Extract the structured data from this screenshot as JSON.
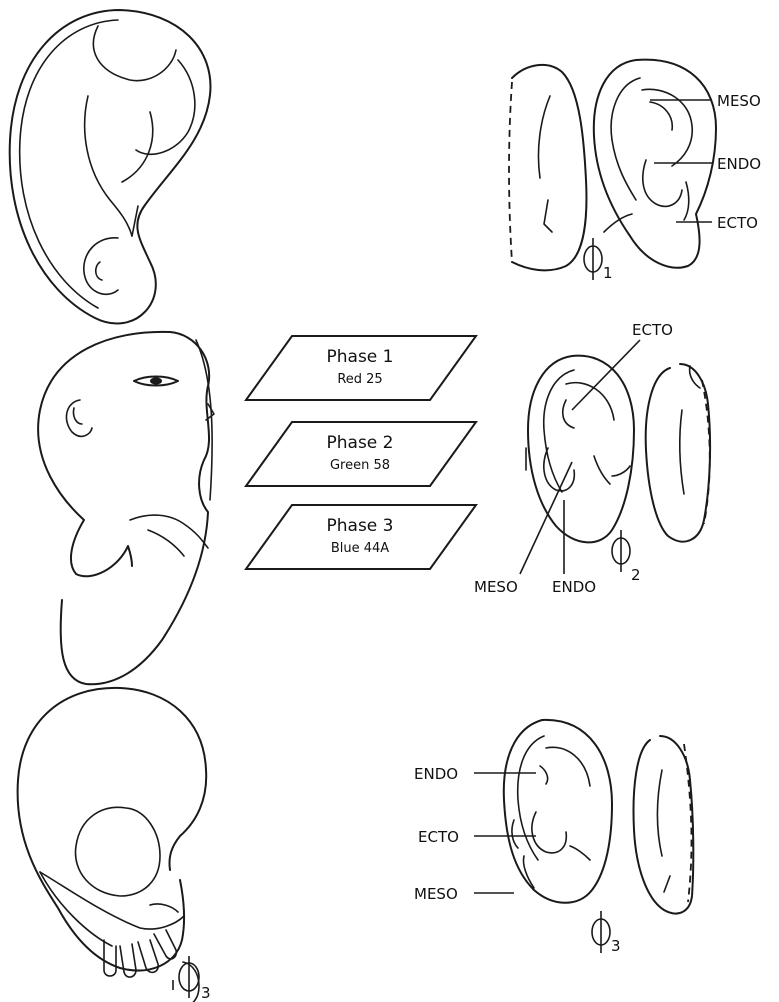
{
  "phases": [
    {
      "title": "Phase 1",
      "filter": "Red 25"
    },
    {
      "title": "Phase 2",
      "filter": "Green 58"
    },
    {
      "title": "Phase 3",
      "filter": "Blue 44A"
    }
  ],
  "ear_top": {
    "labels": {
      "meso": "MESO",
      "endo": "ENDO",
      "ecto": "ECTO"
    },
    "phase_number": "1"
  },
  "ear_middle": {
    "labels": {
      "ecto": "ECTO",
      "meso": "MESO",
      "endo": "ENDO"
    },
    "phase_number": "2"
  },
  "ear_bottom": {
    "labels": {
      "endo": "ENDO",
      "ecto": "ECTO",
      "meso": "MESO"
    },
    "phase_number": "3"
  },
  "embryo_bottom": {
    "phase_number": "3"
  }
}
